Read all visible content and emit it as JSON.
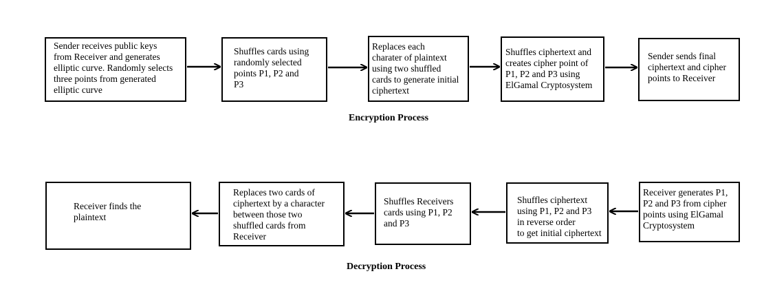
{
  "encryption": {
    "caption": "Encryption Process",
    "steps": [
      "Sender receives public keys\nfrom Receiver and generates\nelliptic curve. Randomly selects\nthree points from generated\nelliptic curve",
      "Shuffles cards using\nrandomly selected\npoints P1, P2 and\nP3",
      "Replaces each\ncharater of plaintext\nusing two shuffled\ncards to generate initial\nciphertext",
      "Shuffles ciphertext and\ncreates cipher point of\nP1, P2 and P3 using\nElGamal Cryptosystem",
      "Sender sends final\nciphertext and cipher\npoints to Receiver"
    ]
  },
  "decryption": {
    "caption": "Decryption Process",
    "steps": [
      "Receiver generates P1,\nP2 and P3 from cipher\npoints using ElGamal\nCryptosystem",
      "Shuffles ciphertext\nusing P1, P2 and P3\nin reverse order\nto get initial ciphertext",
      "Shuffles Receivers\ncards using P1, P2\nand P3",
      "Replaces two cards of\nciphertext by a character\nbetween those two\nshuffled cards from\nReceiver",
      "Receiver finds the\nplaintext"
    ]
  }
}
